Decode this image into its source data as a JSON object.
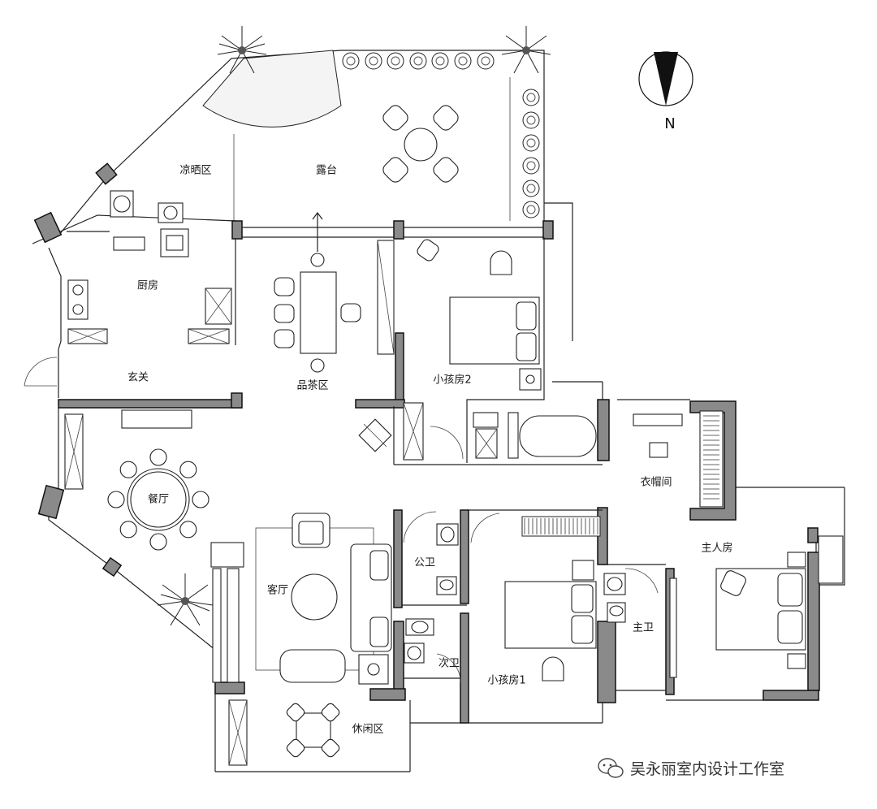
{
  "compass": {
    "label": "N"
  },
  "rooms": {
    "laundry": "凉晒区",
    "terrace": "露台",
    "kitchen": "厨房",
    "foyer": "玄关",
    "tea_area": "品茶区",
    "kids_room_2": "小孩房2",
    "dining": "餐厅",
    "closet": "衣帽间",
    "master_bedroom": "主人房",
    "public_bath": "公卫",
    "living_room": "客厅",
    "master_bath": "主卫",
    "second_bath": "次卫",
    "kids_room_1": "小孩房1",
    "leisure_area": "休闲区"
  },
  "watermark": {
    "text": "吴永丽室内设计工作室"
  }
}
